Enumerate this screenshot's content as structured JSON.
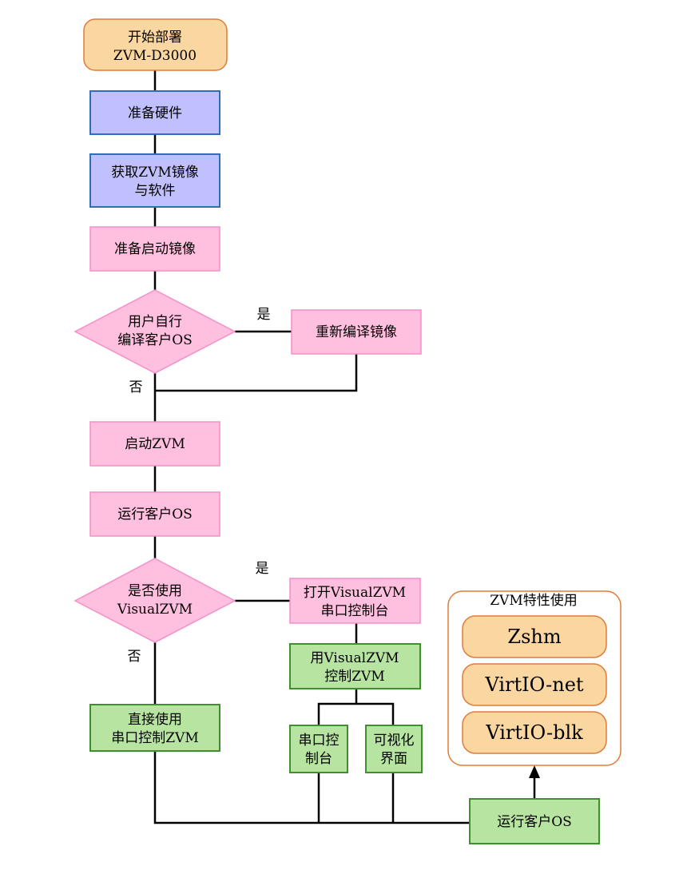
{
  "colors": {
    "start_fill": "#fad7a0",
    "start_stroke": "#e07b39",
    "blue_fill": "#c0c0ff",
    "blue_stroke": "#2f6fb7",
    "pink_fill": "#ffbfdf",
    "pink_stroke": "#f58fc6",
    "green_fill": "#b7e4a0",
    "green_stroke": "#3f8f2f",
    "feature_fill": "#fad7a0",
    "feature_stroke": "#e07b39",
    "line": "#000000"
  },
  "nodes": {
    "start": [
      "开始部署",
      "ZVM-D3000"
    ],
    "prepare_hw": [
      "准备硬件"
    ],
    "get_image": [
      "获取ZVM镜像",
      "与软件"
    ],
    "prepare_boot": [
      "准备启动镜像"
    ],
    "decision_compile": [
      "用户自行",
      "编译客户OS"
    ],
    "rebuild": [
      "重新编译镜像"
    ],
    "start_zvm": [
      "启动ZVM"
    ],
    "run_guest": [
      "运行客户OS"
    ],
    "decision_visual": [
      "是否使用",
      "VisualZVM"
    ],
    "open_visual": [
      "打开VisualZVM",
      "串口控制台"
    ],
    "use_visual": [
      "用VisualZVM",
      "控制ZVM"
    ],
    "direct_serial": [
      "直接使用",
      "串口控制ZVM"
    ],
    "serial_console": [
      "串口控",
      "制台"
    ],
    "visual_ui": [
      "可视化",
      "界面"
    ],
    "run_guest_final": [
      "运行客户OS"
    ]
  },
  "edge_labels": {
    "yes_compile": "是",
    "no_compile": "否",
    "yes_visual": "是",
    "no_visual": "否"
  },
  "features": {
    "title": "ZVM特性使用",
    "items": [
      "Zshm",
      "VirtIO-net",
      "VirtIO-blk"
    ]
  }
}
